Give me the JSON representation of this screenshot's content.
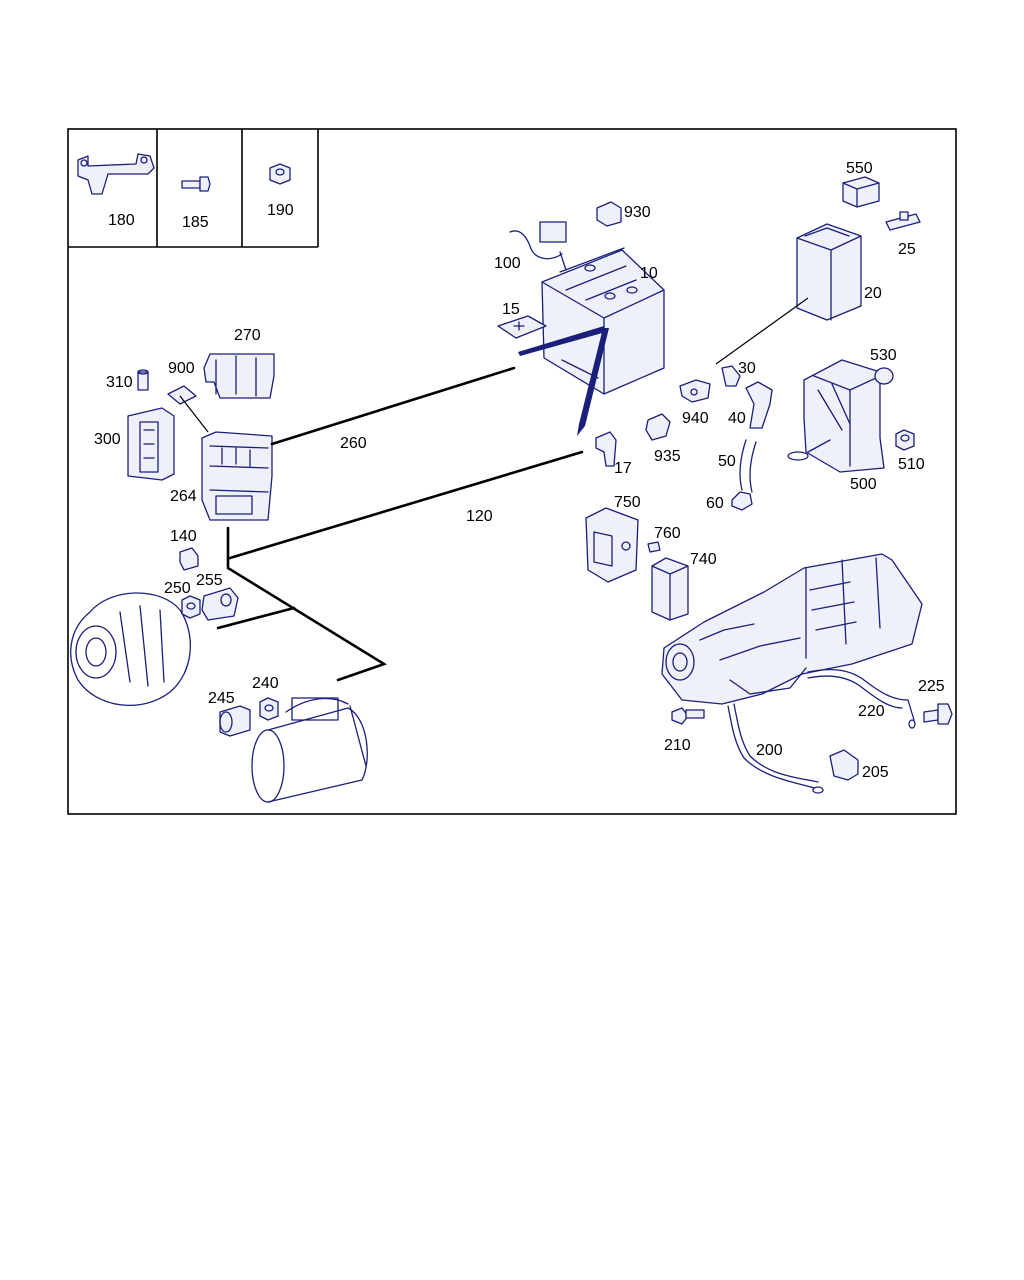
{
  "diagram": {
    "callouts": [
      "180",
      "185",
      "190",
      "550",
      "930",
      "25",
      "100",
      "10",
      "20",
      "15",
      "270",
      "900",
      "310",
      "530",
      "30",
      "300",
      "940",
      "40",
      "260",
      "935",
      "17",
      "510",
      "50",
      "264",
      "500",
      "60",
      "750",
      "120",
      "760",
      "140",
      "740",
      "250",
      "255",
      "225",
      "240",
      "245",
      "220",
      "210",
      "200",
      "205"
    ]
  }
}
